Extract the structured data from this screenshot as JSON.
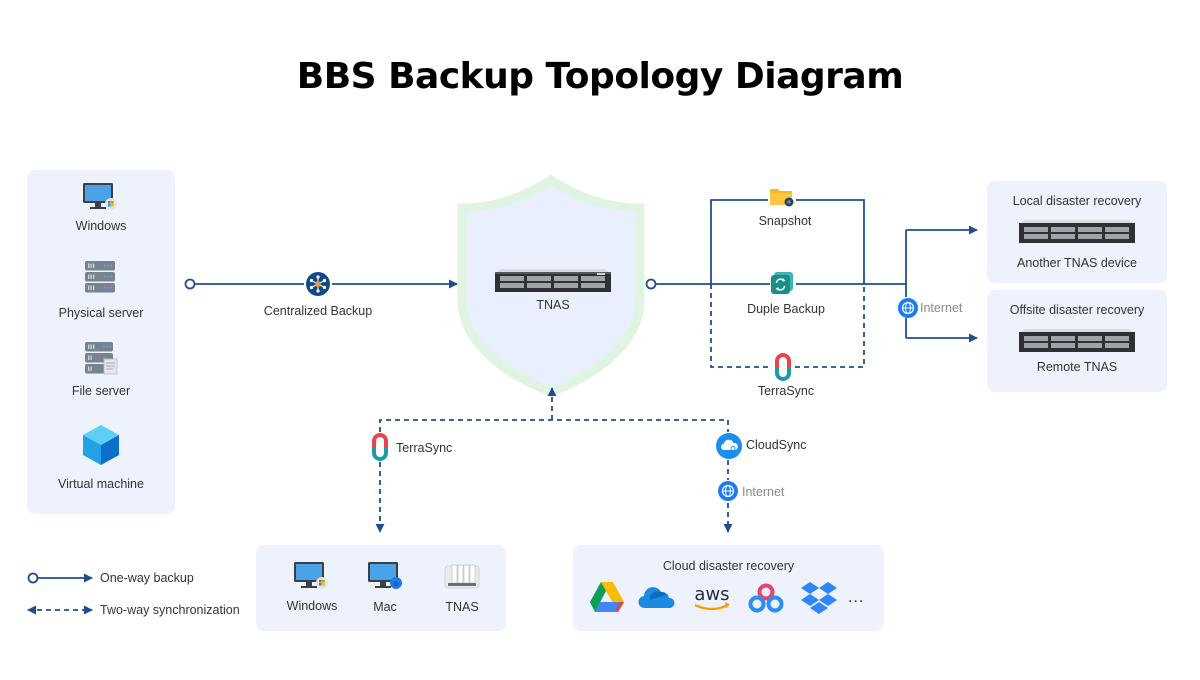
{
  "title": "BBS Backup Topology Diagram",
  "colors": {
    "line": "#1f4e8c",
    "panel_bg": "#edf2fd",
    "shield_outline": "#dff5e2",
    "shield_fill": "#e9effc",
    "internet_blue": "#1a7cf0"
  },
  "sources": {
    "items": [
      {
        "label": "Windows",
        "icon": "windows-pc-icon"
      },
      {
        "label": "Physical server",
        "icon": "server-rack-icon"
      },
      {
        "label": "File server",
        "icon": "file-server-icon"
      },
      {
        "label": "Virtual machine",
        "icon": "cube-vm-icon"
      }
    ]
  },
  "centralized_backup": {
    "label": "Centralized Backup",
    "icon": "hub-icon"
  },
  "center": {
    "label": "TNAS",
    "icon": "rack-nas-icon"
  },
  "right_methods": {
    "snapshot": {
      "label": "Snapshot",
      "icon": "folder-camera-icon"
    },
    "duple_backup": {
      "label": "Duple Backup",
      "icon": "sync-square-icon"
    },
    "terrasync": {
      "label": "TerraSync",
      "icon": "terrasync-icon"
    },
    "internet": {
      "label": "Internet",
      "icon": "globe-icon"
    }
  },
  "recovery": {
    "local": {
      "title": "Local disaster recovery",
      "label": "Another TNAS device"
    },
    "offsite": {
      "title": "Offsite disaster recovery",
      "label": "Remote TNAS"
    }
  },
  "bottom_methods": {
    "terrasync": {
      "label": "TerraSync",
      "icon": "terrasync-icon"
    },
    "cloudsync": {
      "label": "CloudSync",
      "icon": "cloud-sync-icon"
    },
    "internet": {
      "label": "Internet",
      "icon": "globe-icon"
    }
  },
  "clients": {
    "items": [
      {
        "label": "Windows",
        "icon": "windows-pc-icon"
      },
      {
        "label": "Mac",
        "icon": "mac-pc-icon"
      },
      {
        "label": "TNAS",
        "icon": "desktop-nas-icon"
      }
    ]
  },
  "cloud": {
    "title": "Cloud disaster recovery",
    "providers": [
      {
        "name": "Google Drive",
        "icon": "google-drive-icon"
      },
      {
        "name": "OneDrive",
        "icon": "onedrive-icon"
      },
      {
        "name": "aws",
        "icon": "aws-icon"
      },
      {
        "name": "Baidu Netdisk",
        "icon": "baidu-cloud-icon"
      },
      {
        "name": "Dropbox",
        "icon": "dropbox-icon"
      }
    ],
    "more": "..."
  },
  "legend": {
    "one_way": "One-way backup",
    "two_way": "Two-way synchronization"
  }
}
